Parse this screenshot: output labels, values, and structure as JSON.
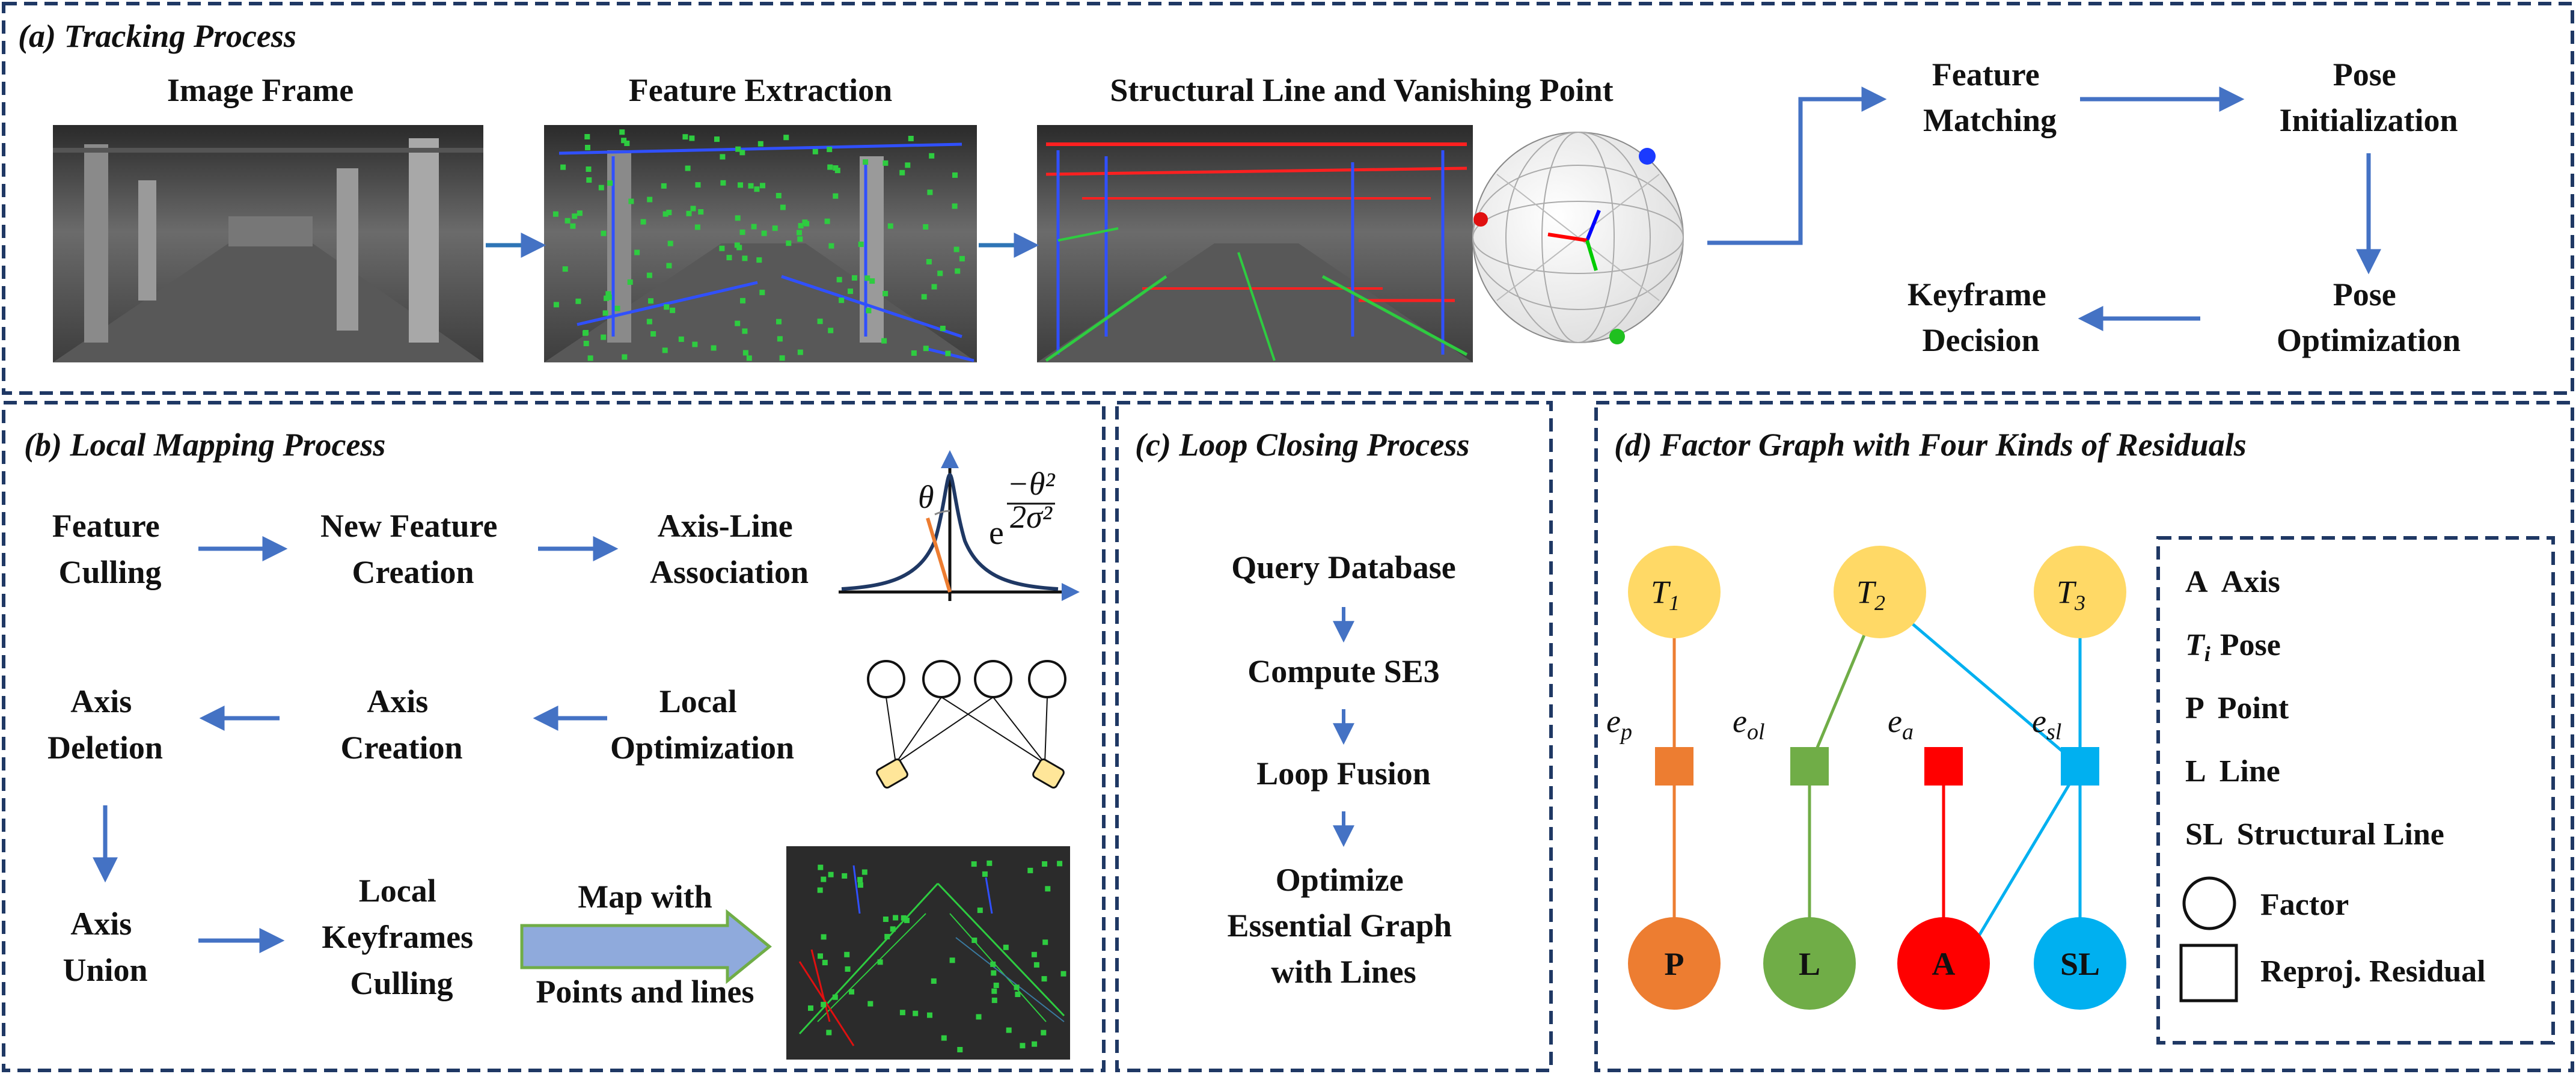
{
  "panels": {
    "tracking": {
      "title": "(a) Tracking Process",
      "image_frame": "Image Frame",
      "feature_extraction": "Feature Extraction",
      "structural_line": "Structural Line and Vanishing Point",
      "feature_matching": [
        "Feature",
        "Matching"
      ],
      "pose_initialization": [
        "Pose",
        "Initialization"
      ],
      "pose_optimization": [
        "Pose",
        "Optimization"
      ],
      "keyframe_decision": [
        "Keyframe",
        "Decision"
      ]
    },
    "local_mapping": {
      "title": "(b) Local Mapping Process",
      "feature_culling": [
        "Feature",
        "Culling"
      ],
      "new_feature_creation": [
        "New Feature",
        "Creation"
      ],
      "axis_line_association": [
        "Axis-Line",
        "Association"
      ],
      "axis_deletion": [
        "Axis",
        "Deletion"
      ],
      "axis_creation": [
        "Axis",
        "Creation"
      ],
      "local_optimization": [
        "Local",
        "Optimization"
      ],
      "axis_union": [
        "Axis",
        "Union"
      ],
      "local_keyframes_culling": [
        "Local",
        "Keyframes",
        "Culling"
      ],
      "map_arrow": [
        "Map with",
        "Points and lines"
      ],
      "gauss_theta": "θ",
      "gauss_formula_base": "e",
      "gauss_formula_num": "−θ²",
      "gauss_formula_den": "2σ²"
    },
    "loop_closing": {
      "title": "(c) Loop Closing Process",
      "steps": [
        "Query Database",
        "Compute SE3",
        "Loop Fusion"
      ],
      "last_step": [
        "Optimize",
        "Essential Graph",
        "with Lines"
      ]
    },
    "factor_graph": {
      "title": "(d) Factor Graph with Four Kinds of Residuals",
      "poses": [
        "T",
        "T",
        "T"
      ],
      "pose_subs": [
        "1",
        "2",
        "3"
      ],
      "residuals": [
        {
          "base": "e",
          "sub": "p"
        },
        {
          "base": "e",
          "sub": "ol"
        },
        {
          "base": "e",
          "sub": "a"
        },
        {
          "base": "e",
          "sub": "sl"
        }
      ],
      "landmarks": [
        "P",
        "L",
        "A",
        "SL"
      ],
      "legend": [
        {
          "key": "A",
          "text": "Axis"
        },
        {
          "key": "T",
          "key_sub": "i",
          "text": "Pose"
        },
        {
          "key": "P",
          "text": "Point"
        },
        {
          "key": "L",
          "text": "Line"
        },
        {
          "key": "SL",
          "text": "Structural Line"
        },
        {
          "key": "",
          "text": "Factor"
        },
        {
          "key": "",
          "text": "Reproj. Residual"
        }
      ]
    }
  },
  "colors": {
    "frame_dash": "#1f3864",
    "arrow": "#4472c4",
    "pose_fill": "#ffd966",
    "point_fill": "#ed7d31",
    "line_fill": "#70ad47",
    "axis_fill": "#ff0000",
    "structural_fill": "#00b0f0",
    "map_arrow_fill": "#8faadc",
    "map_arrow_stroke": "#70ad47"
  }
}
